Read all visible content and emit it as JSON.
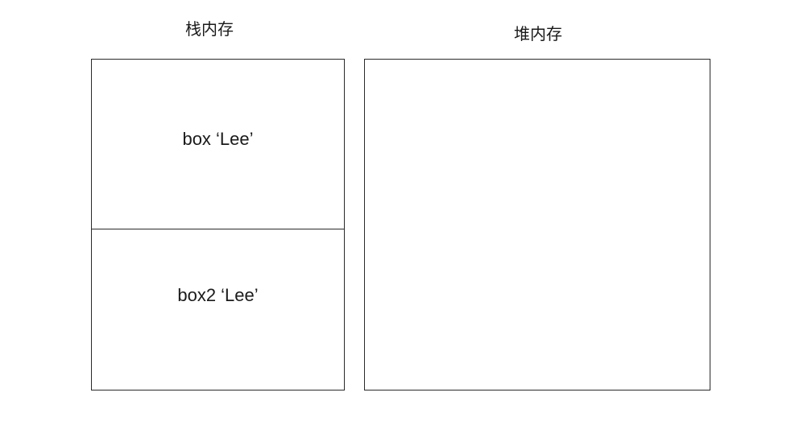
{
  "stack": {
    "title": "栈内存",
    "entries": [
      {
        "label": "box ‘Lee’"
      },
      {
        "label": "box2 ‘Lee’"
      }
    ]
  },
  "heap": {
    "title": "堆内存"
  },
  "colors": {
    "background": "#ffffff",
    "stroke": "#2a2a2a",
    "text": "#1a1a1a"
  }
}
